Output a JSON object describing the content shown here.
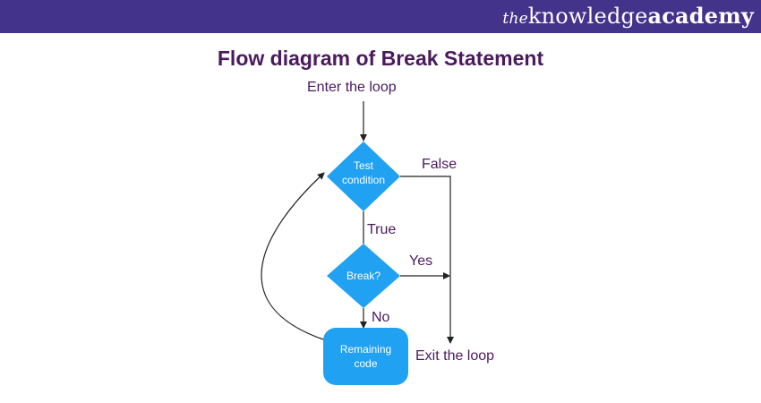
{
  "brand": {
    "prefix": "the",
    "name_part1": "knowledge",
    "name_part2": "academy"
  },
  "title": "Flow diagram of Break Statement",
  "nodes": {
    "entry": "Enter the loop",
    "test": {
      "line1": "Test",
      "line2": "condition"
    },
    "break": "Break?",
    "remaining": {
      "line1": "Remaining",
      "line2": "code"
    },
    "exit": "Exit the loop"
  },
  "edges": {
    "false": "False",
    "true": "True",
    "yes": "Yes",
    "no": "No"
  },
  "colors": {
    "header": "#44338a",
    "node": "#21a1f1",
    "text": "#4b1a5e"
  }
}
